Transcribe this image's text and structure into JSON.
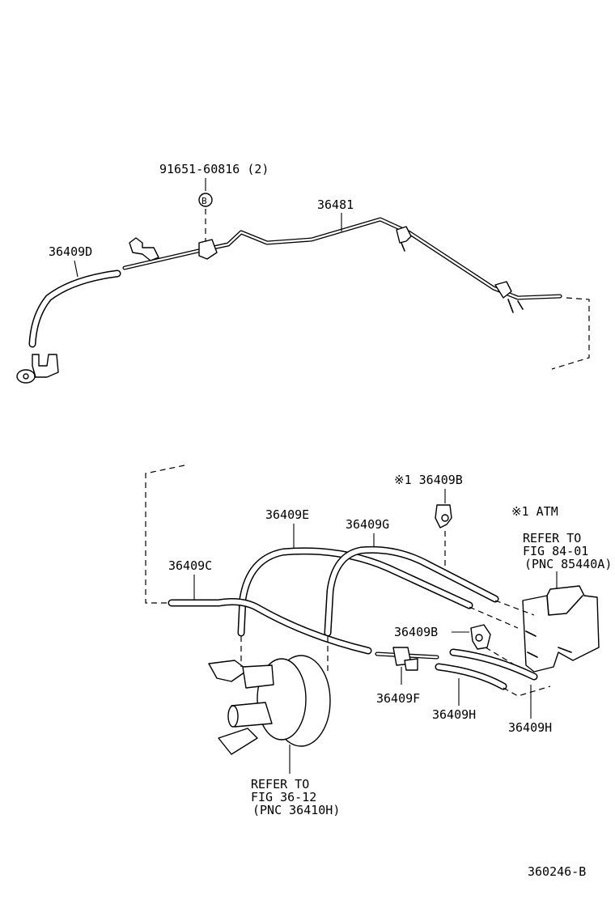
{
  "labels": {
    "clip_part": "91651-60816 (2)",
    "callout_b": "B",
    "pipe_main": "36481",
    "hose_d": "36409D",
    "note_atm_b": "※1 36409B",
    "note_atm": "※1 ATM",
    "hose_e": "36409E",
    "hose_g": "36409G",
    "hose_c": "36409C",
    "refer_vsv": [
      "REFER TO",
      "FIG 84-01",
      "(PNC 85440A)"
    ],
    "hose_b": "36409B",
    "hose_f": "36409F",
    "hose_h1": "36409H",
    "hose_h2": "36409H",
    "refer_booster": [
      "REFER TO",
      "FIG 36-12",
      "(PNC 36410H)"
    ],
    "figure_number": "360246-B"
  }
}
